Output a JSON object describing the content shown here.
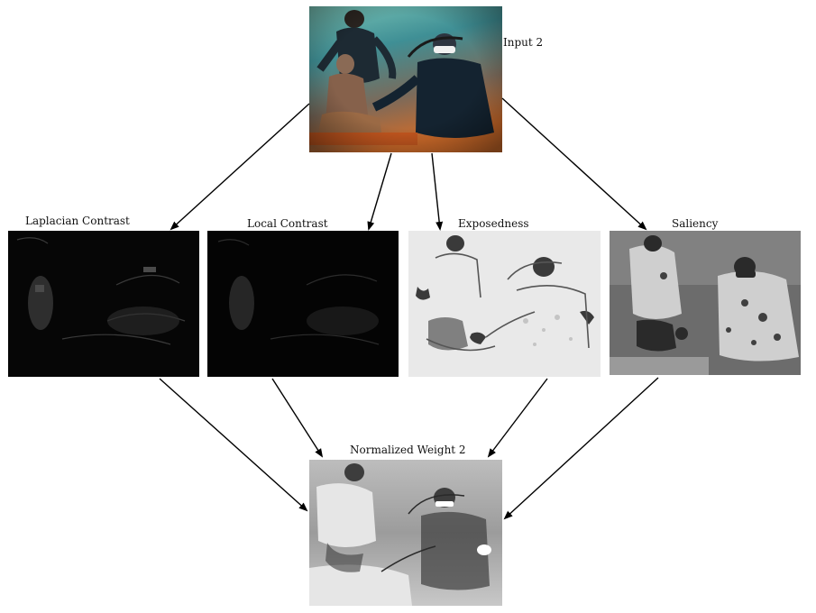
{
  "nodes": {
    "input": {
      "label": "Input 2"
    },
    "laplacian": {
      "label": "Laplacian Contrast"
    },
    "local": {
      "label": "Local Contrast"
    },
    "exposedness": {
      "label": "Exposedness"
    },
    "saliency": {
      "label": "Saliency"
    },
    "weight": {
      "label": "Normalized Weight 2"
    }
  },
  "colors": {
    "arrow": "#000000",
    "input_top": "#2f7f86",
    "input_bottom": "#c86a2c"
  }
}
